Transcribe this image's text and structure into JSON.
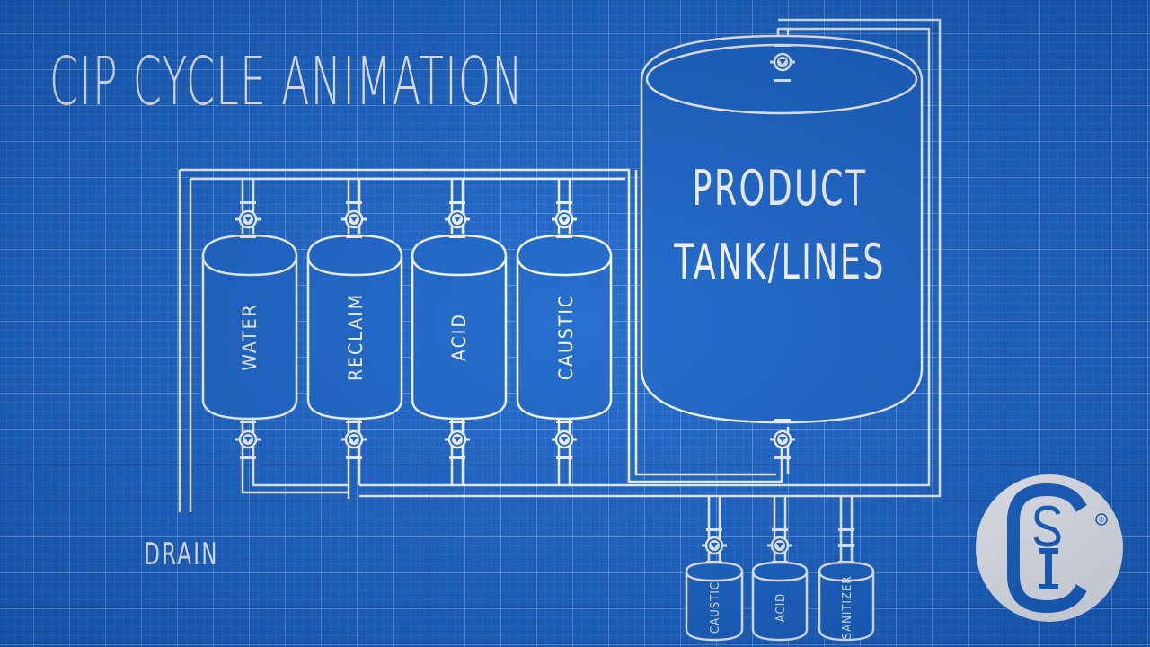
{
  "title": "CIP CYCLE ANIMATION",
  "product_tank": {
    "line1": "PRODUCT",
    "line2": "TANK/LINES"
  },
  "tanks": [
    {
      "id": "water",
      "label": "WATER"
    },
    {
      "id": "reclaim",
      "label": "RECLAIM"
    },
    {
      "id": "acid",
      "label": "ACID"
    },
    {
      "id": "caustic",
      "label": "CAUSTIC"
    }
  ],
  "small_tanks": [
    {
      "id": "caustic",
      "label": "CAUSTIC"
    },
    {
      "id": "acid",
      "label": "ACID"
    },
    {
      "id": "sanitizer",
      "label": "SANITIZER"
    }
  ],
  "drain_label": "DRAIN",
  "logo": {
    "letters": "CSI",
    "registered": "®"
  },
  "colors": {
    "background": "#1b67cc",
    "lines": "#ffffff",
    "logo_letters": "#1b67cc"
  }
}
